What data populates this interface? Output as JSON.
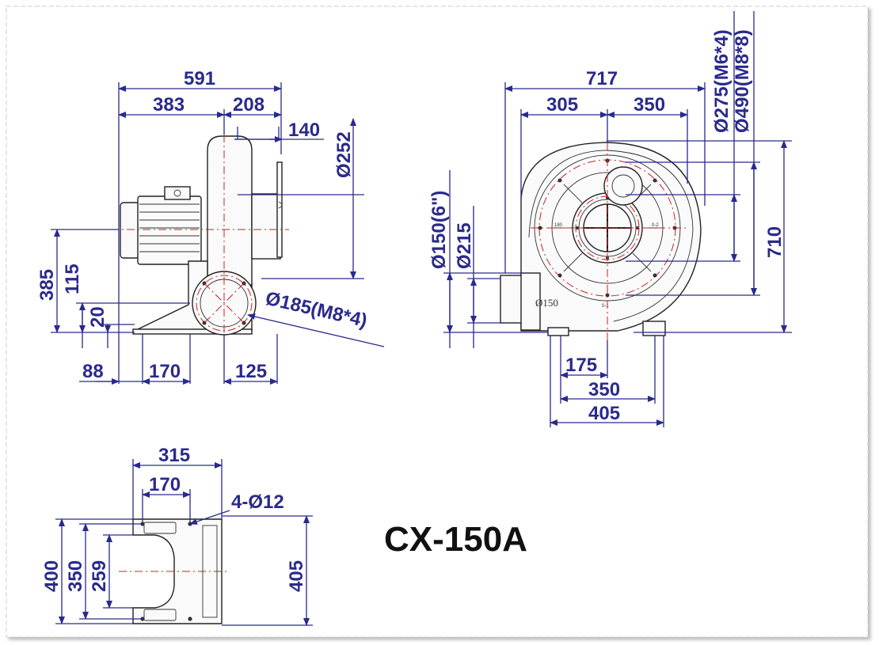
{
  "model": "CX-150A",
  "side_view": {
    "dims": [
      "591",
      "383",
      "208",
      "140",
      "Ø252",
      "385",
      "115",
      "20",
      "88",
      "170",
      "125",
      "Ø185(M8*4)"
    ]
  },
  "front_view": {
    "dims": [
      "717",
      "305",
      "350",
      "Ø275(M6*4)",
      "Ø490(M8*8)",
      "710",
      "Ø150(6\")",
      "Ø215",
      "175",
      "350",
      "405"
    ],
    "outlet_label": "Ø150",
    "hole_label": "0-1",
    "bolt_label_left": "180",
    "bolt_label_right": "0-2"
  },
  "base_view": {
    "dims": [
      "315",
      "170",
      "4-Ø12",
      "400",
      "350",
      "259",
      "405"
    ]
  }
}
